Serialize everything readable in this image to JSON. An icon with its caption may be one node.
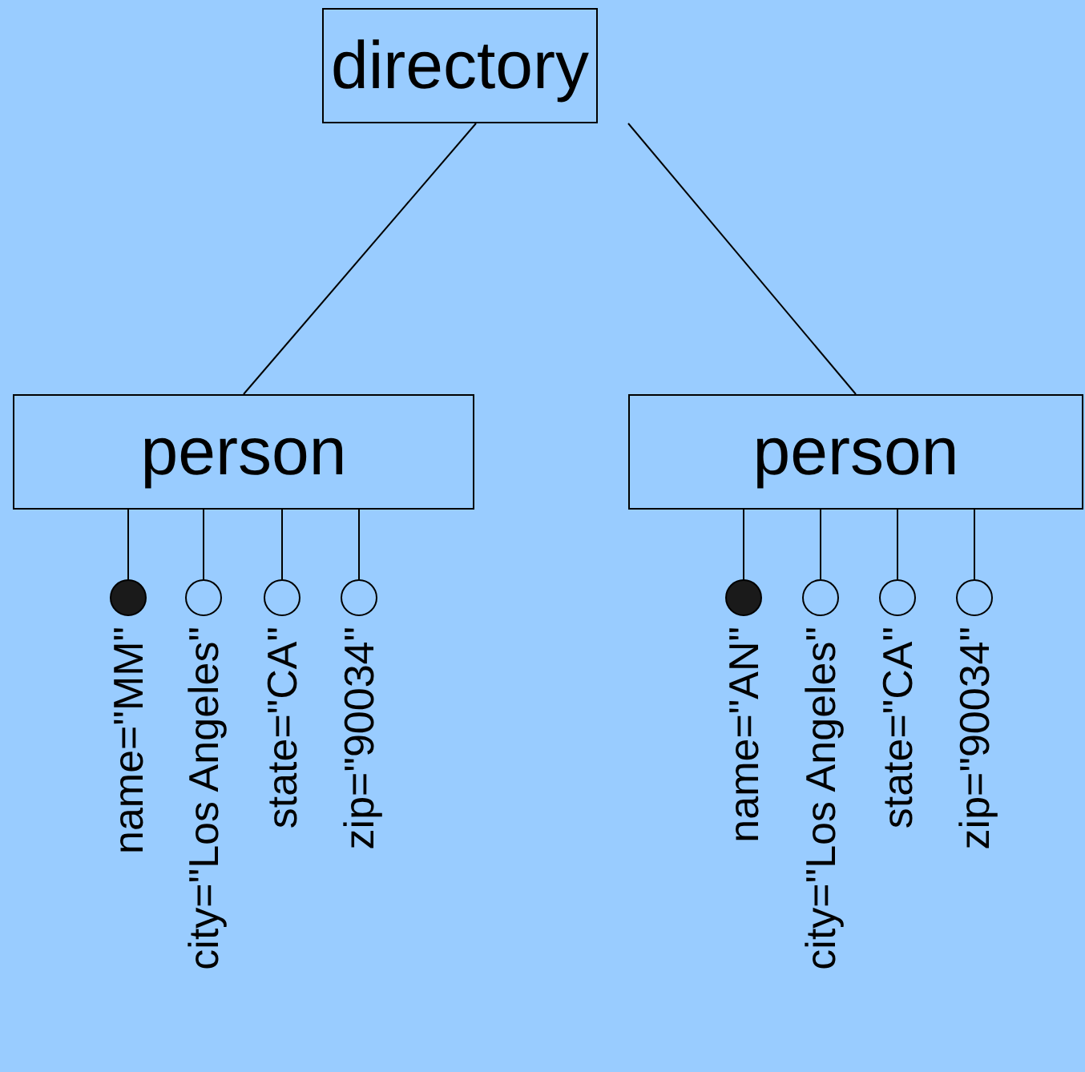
{
  "diagram": {
    "nodes": [
      {
        "text": [
          "directory"
        ]
      },
      {
        "text": [
          "person"
        ]
      },
      {
        "text": [
          "person"
        ]
      },
      {
        "text": [],
        "shape": "dot",
        "beside": [
          "name=\"MM\""
        ]
      },
      {
        "text": [],
        "shape": "circle",
        "beside": [
          "city=\"Los Angeles\""
        ]
      },
      {
        "text": [],
        "shape": "circle",
        "beside": [
          "state=\"CA\""
        ]
      },
      {
        "text": [],
        "shape": "circle",
        "beside": [
          "zip=\"90034\""
        ]
      },
      {
        "text": [],
        "shape": "dot",
        "beside": [
          "name=\"AN\""
        ]
      },
      {
        "text": [],
        "shape": "circle",
        "beside": [
          "city=\"Los Angeles\""
        ]
      },
      {
        "text": [],
        "shape": "circle",
        "beside": [
          "state=\"CA\""
        ]
      },
      {
        "text": [],
        "shape": "circle",
        "beside": [
          "zip=\"90034\""
        ]
      }
    ],
    "edges": [
      {
        "from": 0,
        "to": 1,
        "arrow": "none"
      },
      {
        "from": 0,
        "to": 2,
        "arrow": "none"
      },
      {
        "from": 1,
        "to": 3,
        "arrow": "none"
      },
      {
        "from": 1,
        "to": 4,
        "arrow": "none"
      },
      {
        "from": 1,
        "to": 5,
        "arrow": "none"
      },
      {
        "from": 1,
        "to": 6,
        "arrow": "none"
      },
      {
        "from": 2,
        "to": 7,
        "arrow": "none"
      },
      {
        "from": 2,
        "to": 8,
        "arrow": "none"
      },
      {
        "from": 2,
        "to": 9,
        "arrow": "none"
      },
      {
        "from": 2,
        "to": 10,
        "arrow": "none"
      }
    ]
  }
}
